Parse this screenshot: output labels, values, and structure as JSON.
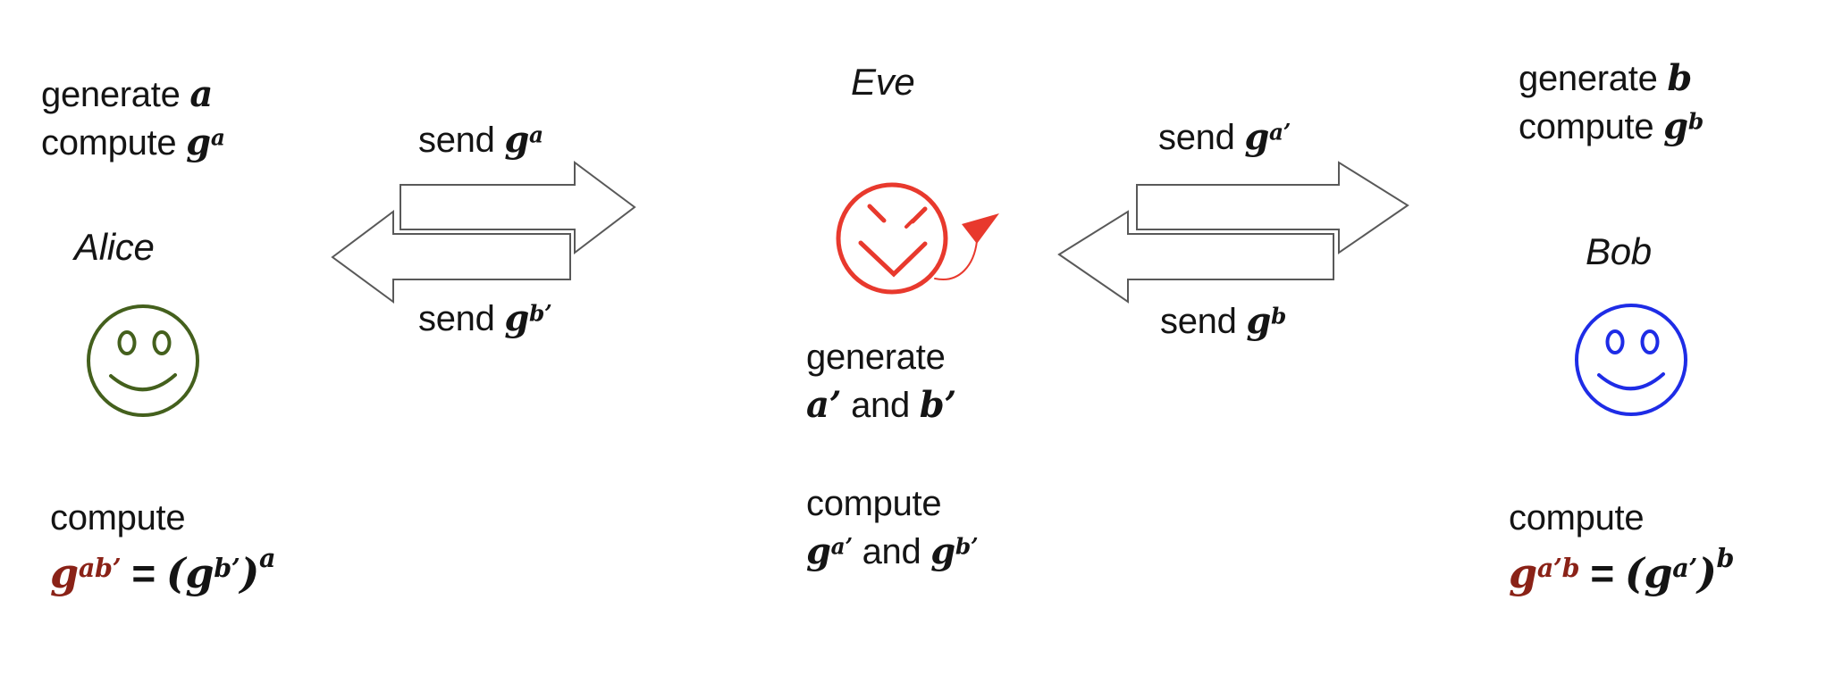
{
  "colors": {
    "alice_green": "#44601d",
    "bob_blue": "#1e2ce6",
    "eve_red": "#e8392d",
    "formula_maroon": "#8a2217",
    "arrow_fill": "#ffffff",
    "arrow_outline": "#595959",
    "text": "#141414"
  },
  "alice": {
    "name": "Alice",
    "generate_prefix": "generate ",
    "generate_var": "a",
    "compute_prefix": "compute ",
    "compute_base": "g",
    "compute_sup": "a",
    "result_label": "compute",
    "result_lhs_base": "g",
    "result_lhs_sup": "ab’",
    "result_equals": "=",
    "result_open_paren": "(",
    "result_inner_base": "g",
    "result_inner_sup": "b’",
    "result_close_paren": ")",
    "result_outer_sup": "a"
  },
  "eve": {
    "name": "Eve",
    "generate_line1": "generate",
    "generate_var_a": "a’",
    "generate_conj": " and ",
    "generate_var_b": "b’",
    "compute_line1": "compute",
    "compute_a_base": "g",
    "compute_a_sup": "a’",
    "compute_conj": " and ",
    "compute_b_base": "g",
    "compute_b_sup": "b’"
  },
  "bob": {
    "name": "Bob",
    "generate_prefix": "generate ",
    "generate_var": "b",
    "compute_prefix": "compute ",
    "compute_base": "g",
    "compute_sup": "b",
    "result_label": "compute",
    "result_lhs_base": "g",
    "result_lhs_sup": "a’b",
    "result_equals": "=",
    "result_open_paren": "(",
    "result_inner_base": "g",
    "result_inner_sup": "a’",
    "result_close_paren": ")",
    "result_outer_sup": "b"
  },
  "messages": {
    "alice_to_eve": {
      "prefix": "send ",
      "base": "g",
      "sup": "a"
    },
    "eve_to_alice": {
      "prefix": "send ",
      "base": "g",
      "sup": "b’"
    },
    "eve_to_bob": {
      "prefix": "send ",
      "base": "g",
      "sup": "a’"
    },
    "bob_to_eve": {
      "prefix": "send ",
      "base": "g",
      "sup": "b"
    }
  }
}
